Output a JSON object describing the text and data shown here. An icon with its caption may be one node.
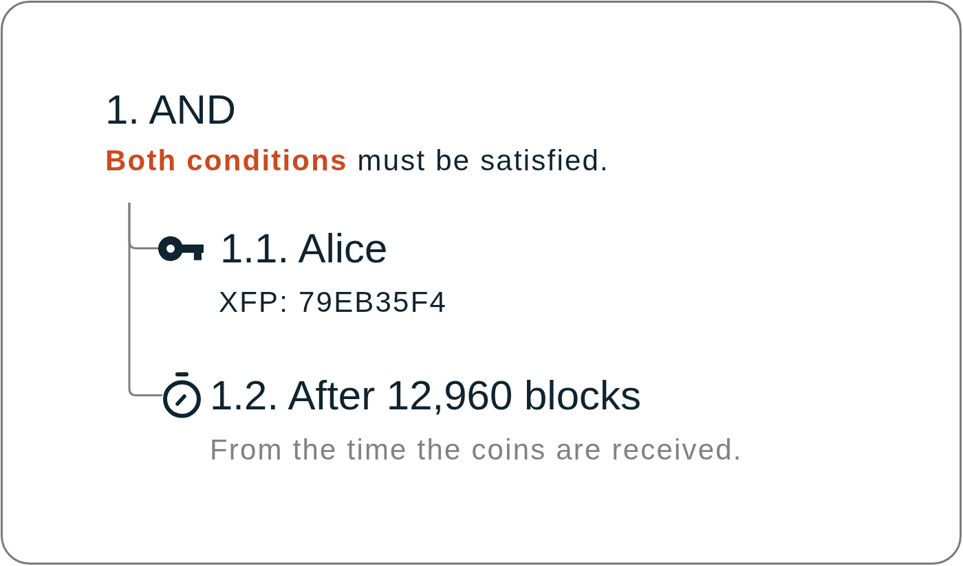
{
  "diagram": {
    "nodes": [
      {
        "text": [
          "1. AND",
          "**Both conditions** must be satisfied."
        ]
      },
      {
        "text": [
          "1.1. Alice",
          "XFP: 79EB35F4"
        ]
      },
      {
        "text": [
          "1.2. After 12,960 blocks",
          "From the time the coins are received."
        ]
      }
    ],
    "edges": [
      {
        "from": 0,
        "to": 1,
        "arrow": "none"
      },
      {
        "from": 0,
        "to": 2,
        "arrow": "none"
      }
    ]
  }
}
